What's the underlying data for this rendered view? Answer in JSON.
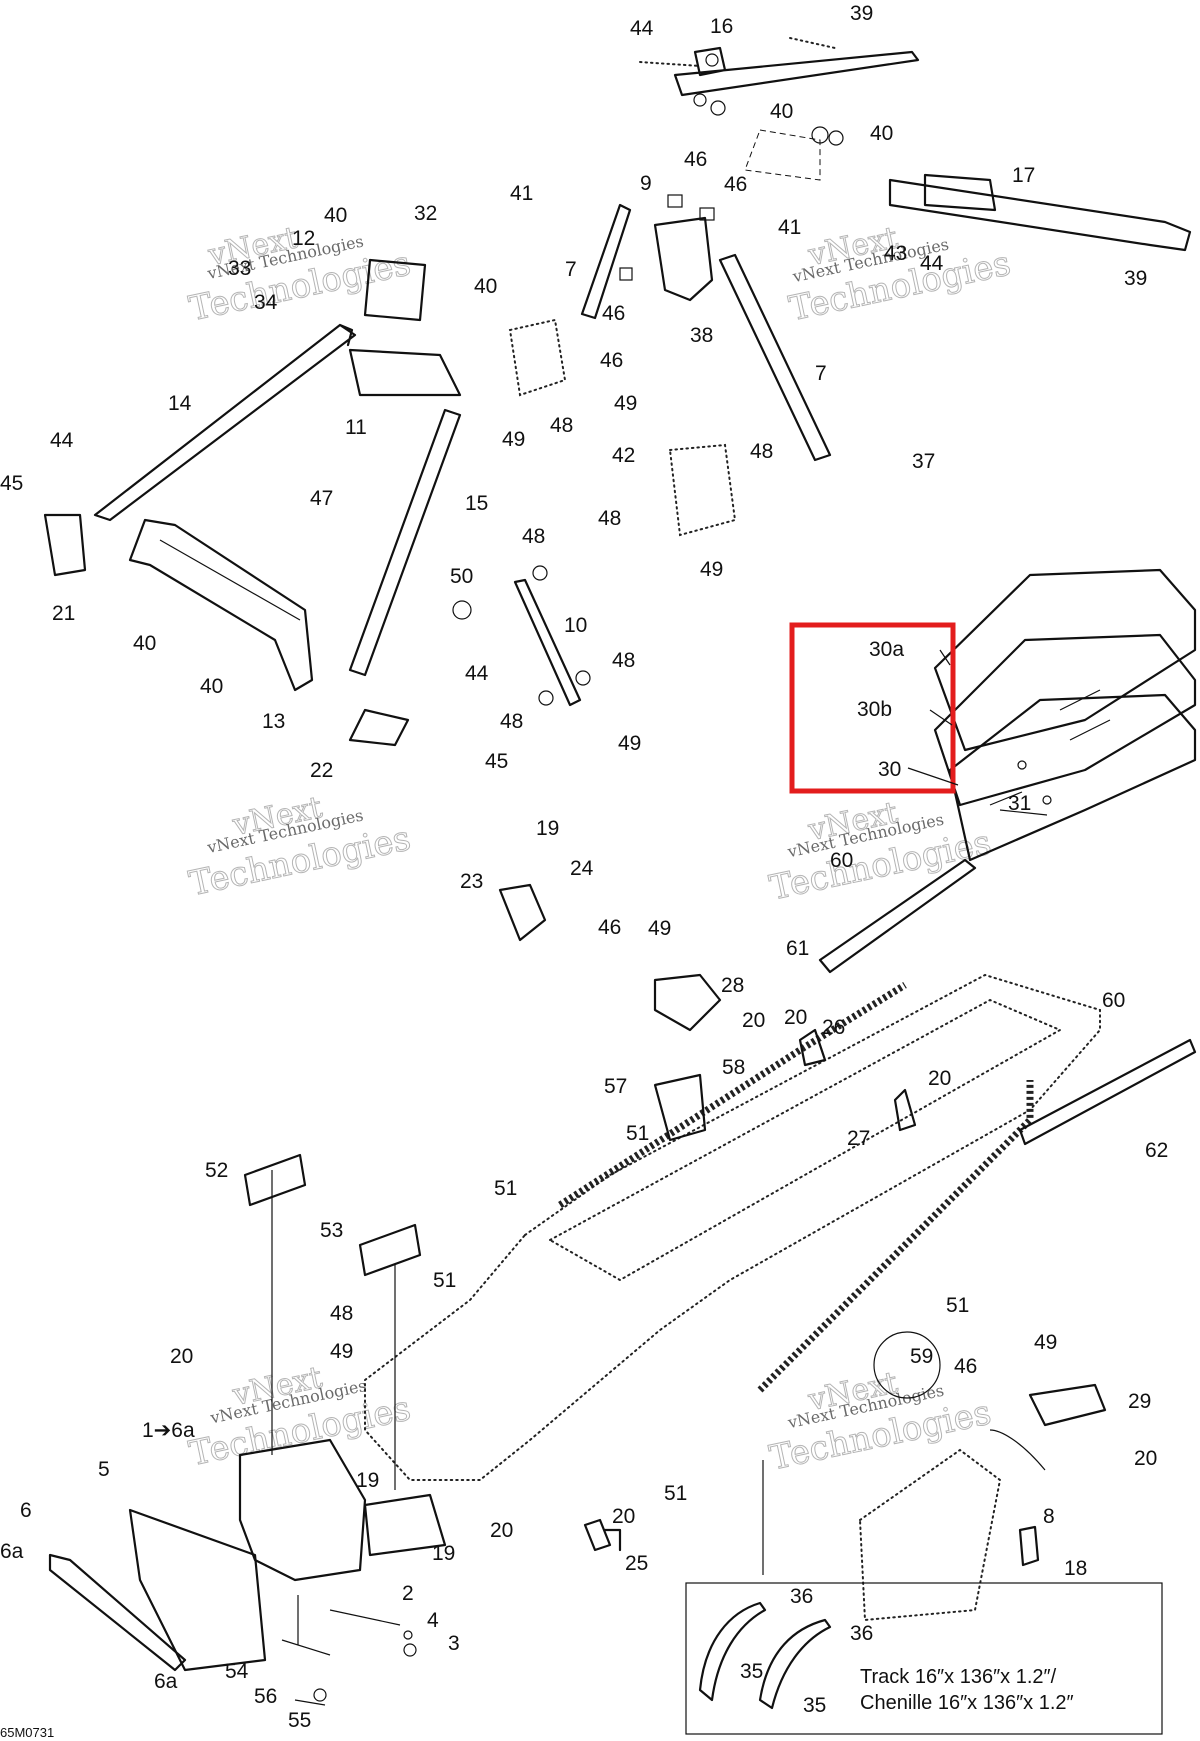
{
  "diagram": {
    "drawing_code": "65M0731",
    "watermark": {
      "brand_line": "vNext",
      "tech_line": "Technologies",
      "small_line": "vNext Technologies"
    },
    "inset_caption": {
      "line1": "Track 16″x 136″x 1.2″/",
      "line2": "Chenille 16″x 136″x 1.2″"
    },
    "highlight": {
      "color": "#e31d1d",
      "labels": [
        "30a",
        "30b",
        "30"
      ]
    },
    "callouts": [
      {
        "id": "c44a",
        "text": "44"
      },
      {
        "id": "c16",
        "text": "16"
      },
      {
        "id": "c39a",
        "text": "39"
      },
      {
        "id": "c40a",
        "text": "40"
      },
      {
        "id": "c40b",
        "text": "40"
      },
      {
        "id": "c17",
        "text": "17"
      },
      {
        "id": "c46a",
        "text": "46"
      },
      {
        "id": "c46b",
        "text": "46"
      },
      {
        "id": "c9",
        "text": "9"
      },
      {
        "id": "c41a",
        "text": "41"
      },
      {
        "id": "c41b",
        "text": "41"
      },
      {
        "id": "c43",
        "text": "43"
      },
      {
        "id": "c44b",
        "text": "44"
      },
      {
        "id": "c39b",
        "text": "39"
      },
      {
        "id": "c40c",
        "text": "40"
      },
      {
        "id": "c32",
        "text": "32"
      },
      {
        "id": "c12",
        "text": "12"
      },
      {
        "id": "c33",
        "text": "33"
      },
      {
        "id": "c34",
        "text": "34"
      },
      {
        "id": "c40d",
        "text": "40"
      },
      {
        "id": "c7a",
        "text": "7"
      },
      {
        "id": "c46c",
        "text": "46"
      },
      {
        "id": "c38",
        "text": "38"
      },
      {
        "id": "c46d",
        "text": "46"
      },
      {
        "id": "c7b",
        "text": "7"
      },
      {
        "id": "c14",
        "text": "14"
      },
      {
        "id": "c11",
        "text": "11"
      },
      {
        "id": "c49a",
        "text": "49"
      },
      {
        "id": "c48a",
        "text": "48"
      },
      {
        "id": "c49b",
        "text": "49"
      },
      {
        "id": "c42",
        "text": "42"
      },
      {
        "id": "c48b",
        "text": "48"
      },
      {
        "id": "c37",
        "text": "37"
      },
      {
        "id": "c44c",
        "text": "44"
      },
      {
        "id": "c45a",
        "text": "45"
      },
      {
        "id": "c47",
        "text": "47"
      },
      {
        "id": "c15",
        "text": "15"
      },
      {
        "id": "c48c",
        "text": "48"
      },
      {
        "id": "c49c",
        "text": "49"
      },
      {
        "id": "c21",
        "text": "21"
      },
      {
        "id": "c40e",
        "text": "40"
      },
      {
        "id": "c50",
        "text": "50"
      },
      {
        "id": "c48d",
        "text": "48"
      },
      {
        "id": "c10",
        "text": "10"
      },
      {
        "id": "c40f",
        "text": "40"
      },
      {
        "id": "c44d",
        "text": "44"
      },
      {
        "id": "c48e",
        "text": "48"
      },
      {
        "id": "c13",
        "text": "13"
      },
      {
        "id": "c48f",
        "text": "48"
      },
      {
        "id": "c49d",
        "text": "49"
      },
      {
        "id": "c22",
        "text": "22"
      },
      {
        "id": "c45b",
        "text": "45"
      },
      {
        "id": "c30a",
        "text": "30a"
      },
      {
        "id": "c30b",
        "text": "30b"
      },
      {
        "id": "c30",
        "text": "30"
      },
      {
        "id": "c31",
        "text": "31"
      },
      {
        "id": "c19a",
        "text": "19"
      },
      {
        "id": "c24",
        "text": "24"
      },
      {
        "id": "c23",
        "text": "23"
      },
      {
        "id": "c60a",
        "text": "60"
      },
      {
        "id": "c61",
        "text": "61"
      },
      {
        "id": "c46e",
        "text": "46"
      },
      {
        "id": "c49e",
        "text": "49"
      },
      {
        "id": "c28",
        "text": "28"
      },
      {
        "id": "c20a",
        "text": "20"
      },
      {
        "id": "c20b",
        "text": "20"
      },
      {
        "id": "c26",
        "text": "26"
      },
      {
        "id": "c60b",
        "text": "60"
      },
      {
        "id": "c58",
        "text": "58"
      },
      {
        "id": "c57",
        "text": "57"
      },
      {
        "id": "c20c",
        "text": "20"
      },
      {
        "id": "c27",
        "text": "27"
      },
      {
        "id": "c62",
        "text": "62"
      },
      {
        "id": "c51a",
        "text": "51"
      },
      {
        "id": "c52",
        "text": "52"
      },
      {
        "id": "c51b",
        "text": "51"
      },
      {
        "id": "c53",
        "text": "53"
      },
      {
        "id": "c51c",
        "text": "51"
      },
      {
        "id": "c51d",
        "text": "51"
      },
      {
        "id": "c48g",
        "text": "48"
      },
      {
        "id": "c49f",
        "text": "49"
      },
      {
        "id": "c59",
        "text": "59"
      },
      {
        "id": "c20d",
        "text": "20"
      },
      {
        "id": "c46f",
        "text": "46"
      },
      {
        "id": "c49g",
        "text": "49"
      },
      {
        "id": "c29",
        "text": "29"
      },
      {
        "id": "c1to6a",
        "text": "1➔6a"
      },
      {
        "id": "c20e",
        "text": "20"
      },
      {
        "id": "c5",
        "text": "5"
      },
      {
        "id": "c51e",
        "text": "51"
      },
      {
        "id": "c19b",
        "text": "19"
      },
      {
        "id": "c20f",
        "text": "20"
      },
      {
        "id": "c20g",
        "text": "20"
      },
      {
        "id": "c8",
        "text": "8"
      },
      {
        "id": "c6",
        "text": "6"
      },
      {
        "id": "c6a1",
        "text": "6a"
      },
      {
        "id": "c19c",
        "text": "19"
      },
      {
        "id": "c25",
        "text": "25"
      },
      {
        "id": "c18",
        "text": "18"
      },
      {
        "id": "c2",
        "text": "2"
      },
      {
        "id": "c4",
        "text": "4"
      },
      {
        "id": "c3",
        "text": "3"
      },
      {
        "id": "c36a",
        "text": "36"
      },
      {
        "id": "c36b",
        "text": "36"
      },
      {
        "id": "c6a2",
        "text": "6a"
      },
      {
        "id": "c54",
        "text": "54"
      },
      {
        "id": "c56",
        "text": "56"
      },
      {
        "id": "c55",
        "text": "55"
      },
      {
        "id": "c35a",
        "text": "35"
      },
      {
        "id": "c35b",
        "text": "35"
      }
    ]
  }
}
